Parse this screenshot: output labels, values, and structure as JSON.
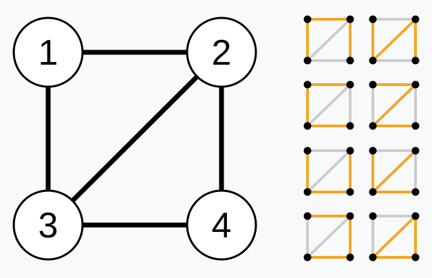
{
  "colors": {
    "background": "#f8f9fa",
    "edge": "#000000",
    "node_fill": "#ffffff",
    "node_stroke": "#000000",
    "highlight": "#f5a623",
    "inactive_edge": "#cccccc",
    "vertex_dot": "#000000"
  },
  "graph": {
    "nodes": [
      {
        "id": 1,
        "label": "1"
      },
      {
        "id": 2,
        "label": "2"
      },
      {
        "id": 3,
        "label": "3"
      },
      {
        "id": 4,
        "label": "4"
      }
    ],
    "edges": [
      {
        "id": "e12",
        "from": 1,
        "to": 2
      },
      {
        "id": "e13",
        "from": 1,
        "to": 3
      },
      {
        "id": "e23",
        "from": 2,
        "to": 3
      },
      {
        "id": "e24",
        "from": 2,
        "to": 4
      },
      {
        "id": "e34",
        "from": 3,
        "to": 4
      }
    ]
  },
  "spanning_trees": [
    {
      "edges": [
        "e12",
        "e13",
        "e24"
      ]
    },
    {
      "edges": [
        "e13",
        "e23",
        "e24"
      ]
    },
    {
      "edges": [
        "e12",
        "e13",
        "e34"
      ]
    },
    {
      "edges": [
        "e12",
        "e23",
        "e34"
      ]
    },
    {
      "edges": [
        "e13",
        "e24",
        "e34"
      ]
    },
    {
      "edges": [
        "e13",
        "e23",
        "e34"
      ]
    },
    {
      "edges": [
        "e12",
        "e24",
        "e34"
      ]
    },
    {
      "edges": [
        "e23",
        "e24",
        "e34"
      ]
    }
  ]
}
